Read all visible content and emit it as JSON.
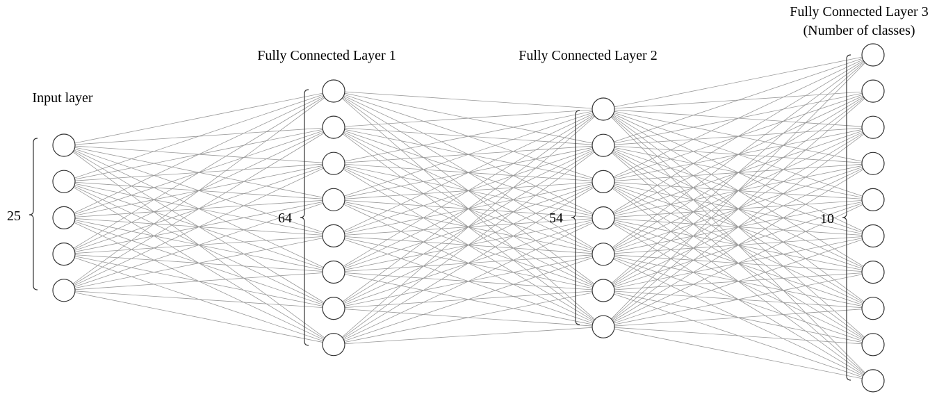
{
  "diagram": {
    "colors": {
      "connection": "#999999",
      "node_stroke": "#333333",
      "node_fill": "#ffffff",
      "brace": "#333333",
      "text": "#000000"
    },
    "layers": [
      {
        "id": "input",
        "title_lines": [
          "Input layer"
        ],
        "count_label": "25",
        "drawn_nodes": 5
      },
      {
        "id": "fc1",
        "title_lines": [
          "Fully Connected Layer 1"
        ],
        "count_label": "64",
        "drawn_nodes": 8
      },
      {
        "id": "fc2",
        "title_lines": [
          "Fully Connected Layer 2"
        ],
        "count_label": "54",
        "drawn_nodes": 7
      },
      {
        "id": "fc3",
        "title_lines": [
          "Fully Connected Layer 3",
          "(Number of classes)"
        ],
        "count_label": "10",
        "drawn_nodes": 10
      }
    ]
  }
}
